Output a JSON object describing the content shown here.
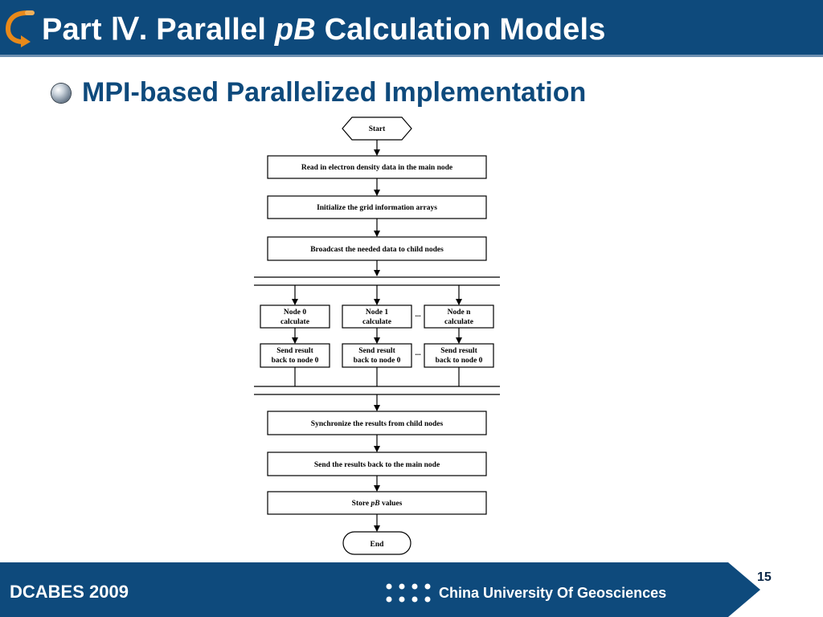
{
  "header": {
    "title_prefix": "Part Ⅳ. Parallel ",
    "title_italic": "pB",
    "title_suffix": " Calculation Models"
  },
  "section": {
    "bullet_text": "MPI-based Parallelized Implementation"
  },
  "flowchart": {
    "start": "Start",
    "step_read": "Read in electron density data in the main node",
    "step_init": "Initialize the grid information arrays",
    "step_broadcast": "Broadcast the needed data to child nodes",
    "node0_calc_line1": "Node 0",
    "node0_calc_line2": "calculate",
    "node1_calc_line1": "Node 1",
    "node1_calc_line2": "calculate",
    "noden_calc_line1": "Node n",
    "noden_calc_line2": "calculate",
    "send_line1": "Send result",
    "send_line2": "back to node 0",
    "ellipsis": "...",
    "step_sync": "Synchronize the results from child nodes",
    "step_send_main": "Send the results back to the main node",
    "store_prefix": "Store ",
    "store_italic": "pB",
    "store_suffix": " values",
    "end": "End"
  },
  "footer": {
    "conference": "DCABES 2009",
    "institution": "China University Of Geosciences",
    "page_number": "15"
  },
  "colors": {
    "brand_blue": "#0e4a7c",
    "logo_orange": "#e8891a"
  }
}
